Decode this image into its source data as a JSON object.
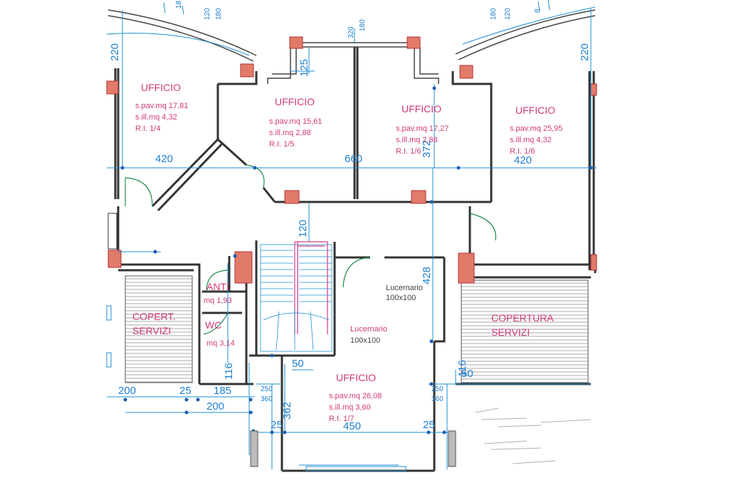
{
  "rooms": {
    "office_tl": {
      "name": "UFFICIO",
      "l1": "s.pav.mq 17,81",
      "l2": "s.ill.mq 4,32",
      "l3": "R.I. 1/4"
    },
    "office_tc": {
      "name": "UFFICIO",
      "l1": "s.pav.mq 15,61",
      "l2": "s.ill.mq 2,88",
      "l3": "R.I. 1/5"
    },
    "office_tr1": {
      "name": "UFFICIO",
      "l1": "s.pav.mq 17,27",
      "l2": "s.ill.mq 2,88",
      "l3": "R.I. 1/6"
    },
    "office_tr2": {
      "name": "UFFICIO",
      "l1": "s.pav.mq 25,95",
      "l2": "s.ill.mq 4,32",
      "l3": "R.I. 1/6"
    },
    "office_bottom": {
      "name": "UFFICIO",
      "l1": "s.pav.mq 26,08",
      "l2": "s.ill.mq 3,60",
      "l3": "R.I. 1/7"
    },
    "anti": {
      "name": "ANTI",
      "l1": "mq 1,93"
    },
    "wc": {
      "name": "WC",
      "l1": "mq 3,14"
    },
    "copert_servizi_l": {
      "l1": "COPERT.",
      "l2": "SERVIZI"
    },
    "copertura_servizi_r": {
      "l1": "COPERTURA",
      "l2": "SERVIZI"
    },
    "skylight_1": {
      "l1": "Lucernario",
      "l2": "100x100"
    },
    "skylight_2": {
      "l1": "Lucernario",
      "l2": "100x100"
    }
  },
  "dimensions": {
    "d220_left": "220",
    "d220_right": "220",
    "d125": "125",
    "d320": "320",
    "d180_top": "180",
    "d120_tl": "120",
    "d180_tl": "180",
    "d18_tl": "18",
    "d120_tr": "120",
    "d180_tr": "180",
    "d8_tr": "8",
    "d420_left": "420",
    "d660": "660",
    "d372": "372",
    "d420_right": "420",
    "d120_mid": "120",
    "d428": "428",
    "d50_left": "50",
    "d50_right": "50",
    "d116_left": "116",
    "d116_right": "116",
    "d200_a": "200",
    "d25_a": "25",
    "d185": "185",
    "d200_b": "200",
    "d250_l": "250",
    "d360_l": "360",
    "d250_r": "250",
    "d360_r": "360",
    "d362": "362",
    "d25_b": "25",
    "d450": "450",
    "d25_c": "25"
  }
}
